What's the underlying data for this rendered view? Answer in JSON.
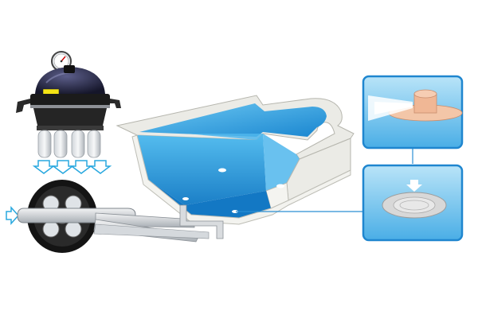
{
  "diagram": {
    "components": {
      "filter_unit": {
        "icon": "filter-canister-icon",
        "gauge_icon": "pressure-gauge-icon"
      },
      "distribution_tubes": {
        "count": 4
      },
      "flow_arrows": {
        "down_count": 4,
        "side_count": 1,
        "icon": "flow-arrow-icon"
      },
      "pipe_junction": {
        "icon": "pipe-manifold-icon"
      },
      "pool": {
        "icon": "pool-cutaway-icon",
        "floor_nozzles": 4
      },
      "nozzle_closeup_top": {
        "icon": "nozzle-spray-icon"
      },
      "nozzle_closeup_bottom": {
        "icon": "nozzle-flush-icon"
      }
    },
    "colors": {
      "water_light": "#9fdcf6",
      "water_mid": "#3fb0e8",
      "water_deep": "#1379c6",
      "panel_border": "#1f86cf",
      "arrow": "#29a8df",
      "deck": "#e8e8e3",
      "filter_body": "#222222",
      "filter_label": "#f4e414"
    }
  }
}
